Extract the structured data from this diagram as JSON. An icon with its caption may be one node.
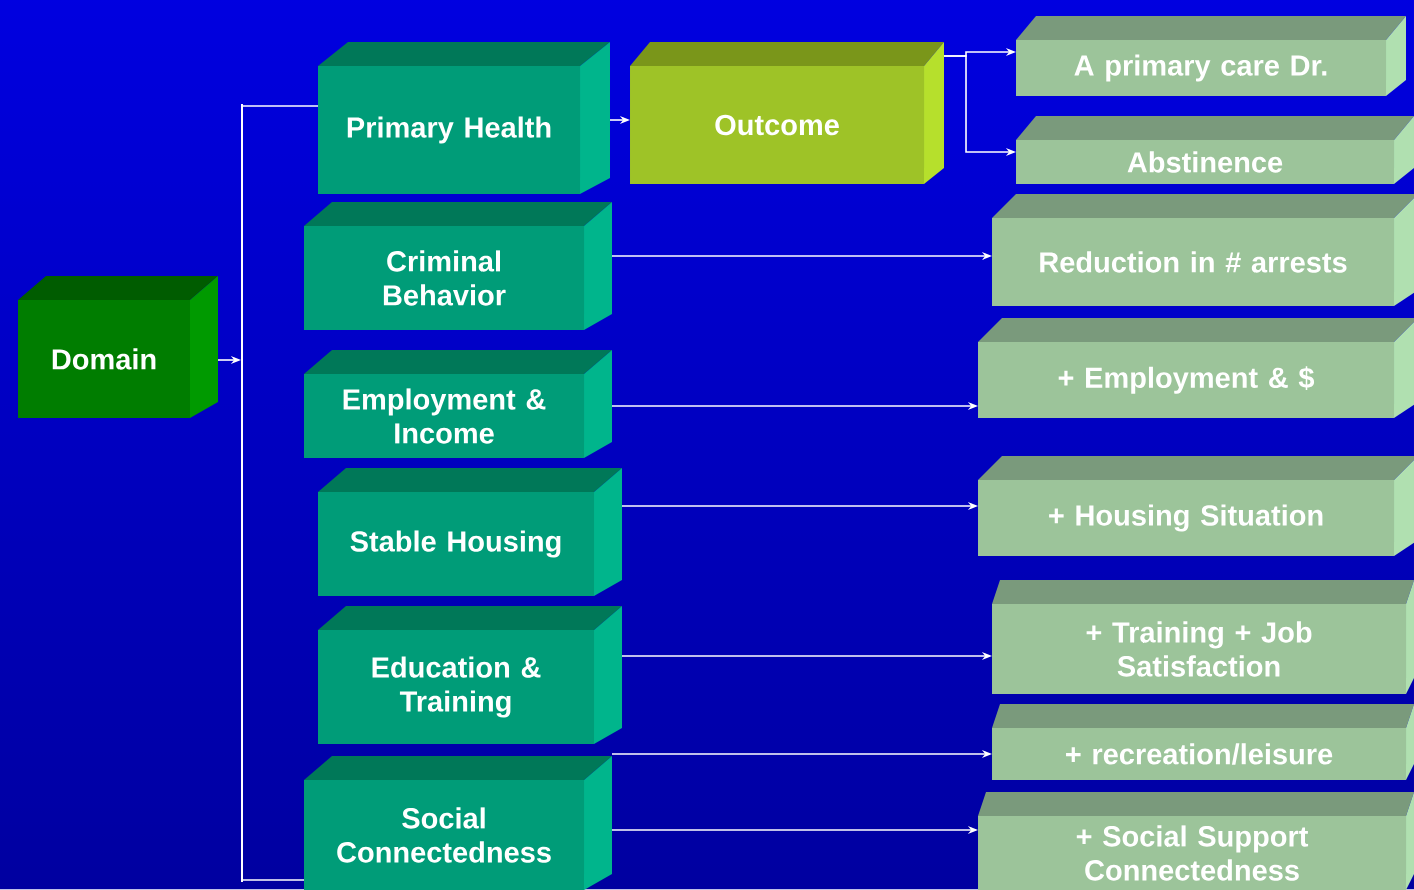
{
  "diagram": {
    "nodes": [
      {
        "text": [
          "Domain"
        ]
      },
      {
        "text": [],
        "shape": "bar"
      },
      {
        "text": [
          "Primary Health"
        ]
      },
      {
        "text": [
          "Outcome"
        ]
      },
      {
        "text": [
          "A primary care Dr."
        ]
      },
      {
        "text": [
          "Abstinence"
        ]
      },
      {
        "text": [
          "Criminal Behavior"
        ]
      },
      {
        "text": [
          "Reduction in # arrests"
        ]
      },
      {
        "text": [
          "Employment & Income"
        ]
      },
      {
        "text": [
          "+ Employment & $"
        ]
      },
      {
        "text": [
          "Stable Housing"
        ]
      },
      {
        "text": [
          "+ Housing Situation"
        ]
      },
      {
        "text": [
          "Education & Training"
        ]
      },
      {
        "text": [
          "+ Training + Job Satisfaction"
        ]
      },
      {
        "text": [
          "Social Connectedness"
        ]
      },
      {
        "text": [
          "+ recreation/leisure"
        ]
      },
      {
        "text": [
          "+ Social Support Connectedness"
        ]
      }
    ],
    "edges": [
      {
        "from": 0,
        "to": 1,
        "arrow": "to"
      },
      {
        "from": 1,
        "to": 2,
        "arrow": "none"
      },
      {
        "from": 1,
        "to": 14,
        "arrow": "none"
      },
      {
        "from": 2,
        "to": 3,
        "arrow": "to"
      },
      {
        "from": 3,
        "to": 4,
        "arrow": "to"
      },
      {
        "from": 3,
        "to": 5,
        "arrow": "to"
      },
      {
        "from": 6,
        "to": 7,
        "arrow": "to"
      },
      {
        "from": 8,
        "to": 9,
        "arrow": "to"
      },
      {
        "from": 10,
        "to": 11,
        "arrow": "to"
      },
      {
        "from": 12,
        "to": 13,
        "arrow": "to"
      },
      {
        "from": 14,
        "to": 15,
        "arrow": "to"
      },
      {
        "from": 14,
        "to": 16,
        "arrow": "to"
      }
    ]
  }
}
